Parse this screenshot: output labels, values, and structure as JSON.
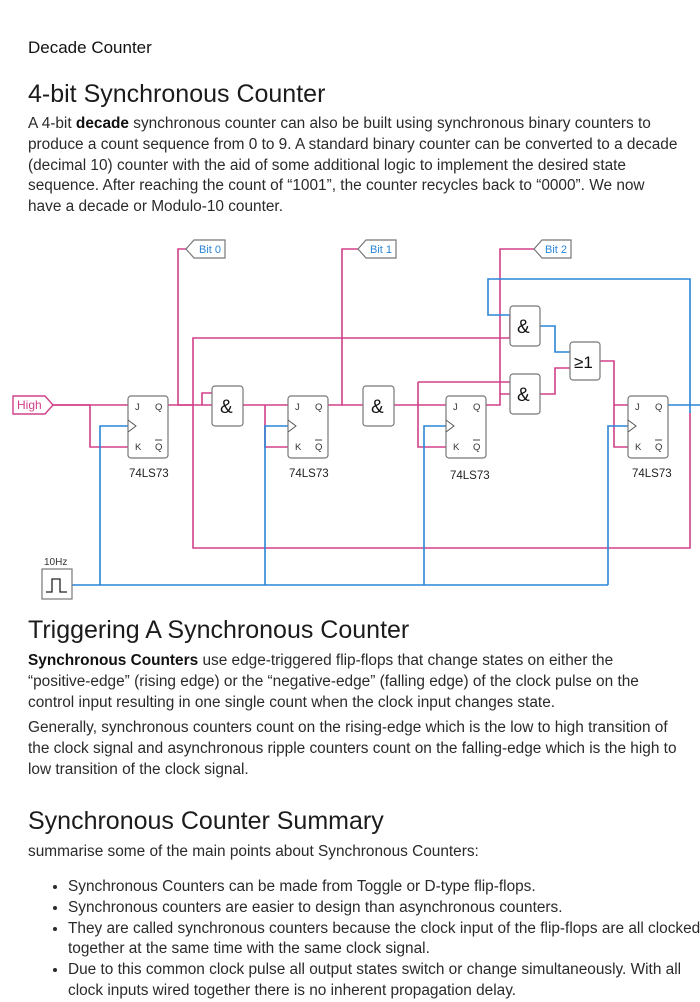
{
  "kicker": "Decade Counter",
  "section1": {
    "title": "4-bit Synchronous Counter",
    "para": {
      "pre": "A 4-bit ",
      "bold": "decade",
      "post": " synchronous counter can also be built using synchronous binary counters to produce a count sequence from 0 to 9. A standard binary counter can be converted to a decade (decimal 10) counter with the aid of some additional logic to implement the desired state sequence. After reaching the count of “1001”, the counter recycles back to “0000”. We now have a decade or Modulo-10 counter."
    }
  },
  "diagram": {
    "high_label": "High",
    "clock_label": "10Hz",
    "bit_labels": [
      "Bit 0",
      "Bit 1",
      "Bit 2"
    ],
    "chip_label": "74LS73",
    "pin_j": "J",
    "pin_q": "Q",
    "pin_k": "K",
    "pin_qbar": "Q",
    "and_symbol": "&",
    "or_symbol": "≥1",
    "colors": {
      "wire_magenta": "#d0408a",
      "wire_blue": "#2a86d6",
      "gate_border": "#777777",
      "label_blue": "#2a86d6"
    }
  },
  "section2": {
    "title": "Triggering A Synchronous Counter",
    "para1": {
      "bold": "Synchronous Counters",
      "post": " use edge-triggered flip-flops that change states on either the “positive-edge” (rising edge) or the “negative-edge” (falling edge) of the clock pulse on the control input resulting in one single count when the clock input changes state."
    },
    "para2": "Generally, synchronous counters count on the rising-edge which is the low to high transition of the clock signal and asynchronous ripple counters count on the falling-edge which is the high to low transition of the clock signal."
  },
  "section3": {
    "title": "Synchronous Counter Summary",
    "intro": "summarise some of the main points about Synchronous Counters:",
    "items": [
      "Synchronous Counters can be made from Toggle or D-type flip-flops.",
      "Synchronous counters are easier to design than asynchronous counters.",
      "They are called synchronous counters because the clock input of the flip-flops are all clocked together at the same time with the same clock signal.",
      "Due to this common clock pulse all output states switch or change simultaneously. With all clock inputs wired together there is no inherent propagation delay."
    ]
  }
}
